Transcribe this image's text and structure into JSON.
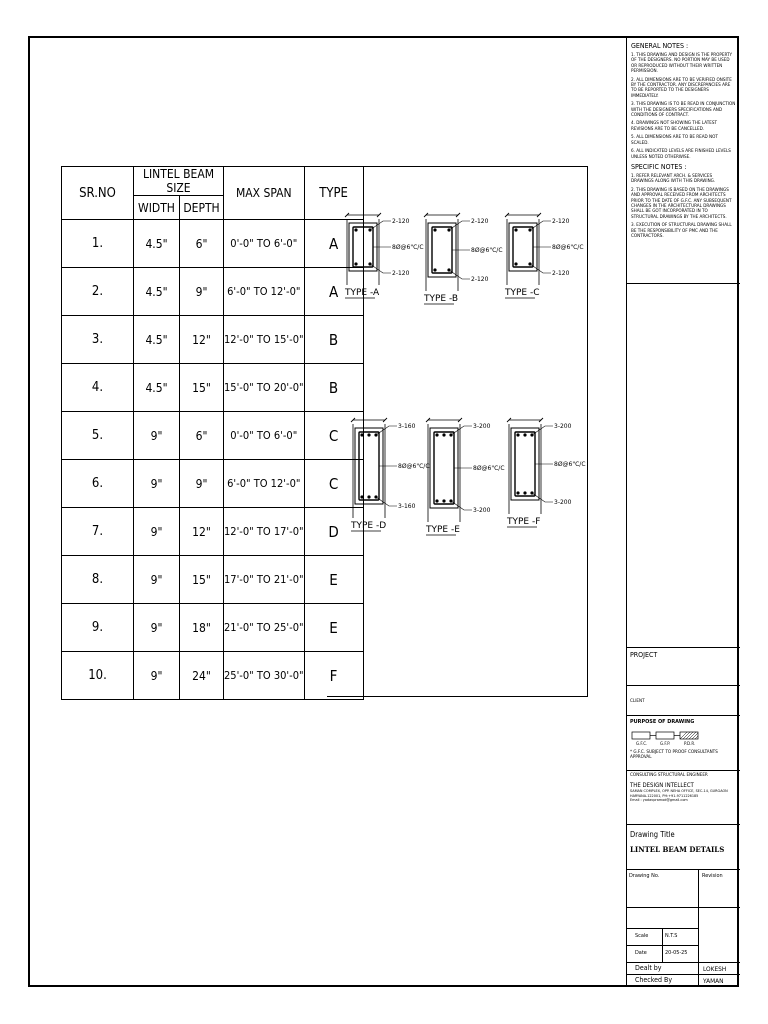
{
  "table": {
    "header": {
      "srno": "SR.NO",
      "size": "LINTEL BEAM SIZE",
      "width": "WIDTH",
      "depth": "DEPTH",
      "span": "MAX SPAN",
      "type": "TYPE"
    },
    "rows": [
      {
        "sr": "1.",
        "width": "4.5\"",
        "depth": "6\"",
        "span": "0'-0\" TO 6'-0\"",
        "type": "A"
      },
      {
        "sr": "2.",
        "width": "4.5\"",
        "depth": "9\"",
        "span": "6'-0\" TO 12'-0\"",
        "type": "A"
      },
      {
        "sr": "3.",
        "width": "4.5\"",
        "depth": "12\"",
        "span": "12'-0\" TO 15'-0\"",
        "type": "B"
      },
      {
        "sr": "4.",
        "width": "4.5\"",
        "depth": "15\"",
        "span": "15'-0\" TO 20'-0\"",
        "type": "B"
      },
      {
        "sr": "5.",
        "width": "9\"",
        "depth": "6\"",
        "span": "0'-0\" TO 6'-0\"",
        "type": "C"
      },
      {
        "sr": "6.",
        "width": "9\"",
        "depth": "9\"",
        "span": "6'-0\" TO 12'-0\"",
        "type": "C"
      },
      {
        "sr": "7.",
        "width": "9\"",
        "depth": "12\"",
        "span": "12'-0\" TO 17'-0\"",
        "type": "D"
      },
      {
        "sr": "8.",
        "width": "9\"",
        "depth": "15\"",
        "span": "17'-0\" TO 21'-0\"",
        "type": "E"
      },
      {
        "sr": "9.",
        "width": "9\"",
        "depth": "18\"",
        "span": "21'-0\" TO 25'-0\"",
        "type": "E"
      },
      {
        "sr": "10.",
        "width": "9\"",
        "depth": "24\"",
        "span": "25'-0\" TO 30'-0\"",
        "type": "F"
      }
    ]
  },
  "sections": [
    {
      "name": "TYPE -A",
      "top_bars": "2-120",
      "stirrup": "8Ø@6\"C/C",
      "bottom_bars": "2-120"
    },
    {
      "name": "TYPE -B",
      "top_bars": "2-120",
      "stirrup": "8Ø@6\"C/C",
      "bottom_bars": "2-120"
    },
    {
      "name": "TYPE -C",
      "top_bars": "2-120",
      "stirrup": "8Ø@6\"C/C",
      "bottom_bars": "2-120"
    },
    {
      "name": "TYPE -D",
      "top_bars": "3-160",
      "stirrup": "8Ø@6\"C/C",
      "bottom_bars": "3-160"
    },
    {
      "name": "TYPE -E",
      "top_bars": "3-200",
      "stirrup": "8Ø@6\"C/C",
      "bottom_bars": "3-200"
    },
    {
      "name": "TYPE -F",
      "top_bars": "3-200",
      "stirrup": "8Ø@6\"C/C",
      "bottom_bars": "3-200"
    }
  ],
  "title_block": {
    "general_notes_title": "GENERAL NOTES :",
    "general_notes": [
      "1. THIS DRAWING AND DESIGN IS THE PROPERTY OF THE DESIGNERS. NO PORTION MAY BE USED OR REPRODUCED WITHOUT THEIR WRITTEN PERMISSION.",
      "2. ALL DIMENSIONS ARE TO BE VERIFIED ONSITE BY THE CONTRACTOR. ANY DISCREPANCIES ARE TO BE REPORTED TO THE DESIGNERS IMMEDIATELY.",
      "3. THIS DRAWING IS TO BE READ IN CONJUNCTION WITH THE DESIGNERS SPECIFICATIONS AND CONDITIONS OF CONTRACT.",
      "4. DRAWINGS NOT SHOWING THE LATEST REVISIONS ARE TO BE CANCELLED.",
      "5. ALL DIMENSIONS ARE TO BE READ NOT SCALED.",
      "6. ALL INDICATED LEVELS ARE FINISHED LEVELS UNLESS NOTED OTHERWISE."
    ],
    "specific_notes_title": "SPECIFIC NOTES :",
    "specific_notes": [
      "1. REFER RELEVANT ARCH. & SERVICES DRAWINGS ALONG WITH THIS DRAWING.",
      "2. THIS DRAWING IS BASED ON THE DRAWINGS AND APPROVAL RECEIVED FROM ARCHITECTS PRIOR TO THE DATE OF G.F.C. ANY SUBSEQUENT CHANGES IN THE ARCHITECTURAL DRAWINGS SHALL BE GOT INCORPORATED IN TO STRUCTURAL DRAWINGS BY THE ARCHITECTS.",
      "3. EXECUTION OF STRUCTURAL DRAWING SHALL BE THE RESPONSIBILITY OF PMC AND THE CONTRACTORS."
    ],
    "project_label": "PROJECT",
    "client_label": "CLIENT",
    "purpose_label": "PURPOSE OF DRAWING",
    "purpose_boxes": [
      "G.F.C.",
      "G.F.P.",
      "P.D.R."
    ],
    "purpose_note": "* G.F.C. SUBJECT TO PROOF CONSULTANTS APPROVAL",
    "consultant_label": "CONSULTING STRUCTURAL ENGINEER",
    "consultant_name": "THE DESIGN INTELLECT",
    "consultant_address": "SAMAN COMPLEX, OPP. NEHA OFFICE, SEC-14, GURGAON",
    "consultant_phone": "HARYANA-122001, PH:+91-9711226185",
    "consultant_email": "Email : yadavpramod@gmail.com",
    "drawing_title_label": "Drawing Title",
    "drawing_title": "LINTEL BEAM DETAILS",
    "drawing_no_label": "Drawing No.",
    "revision_label": "Revision",
    "scale_label": "Scale",
    "scale_value": "N.T.S",
    "date_label": "Date",
    "date_value": "20-05-25",
    "dealt_label": "Dealt by",
    "dealt_value": "LOKESH",
    "checked_label": "Checked By",
    "checked_value": "YAMAN"
  }
}
